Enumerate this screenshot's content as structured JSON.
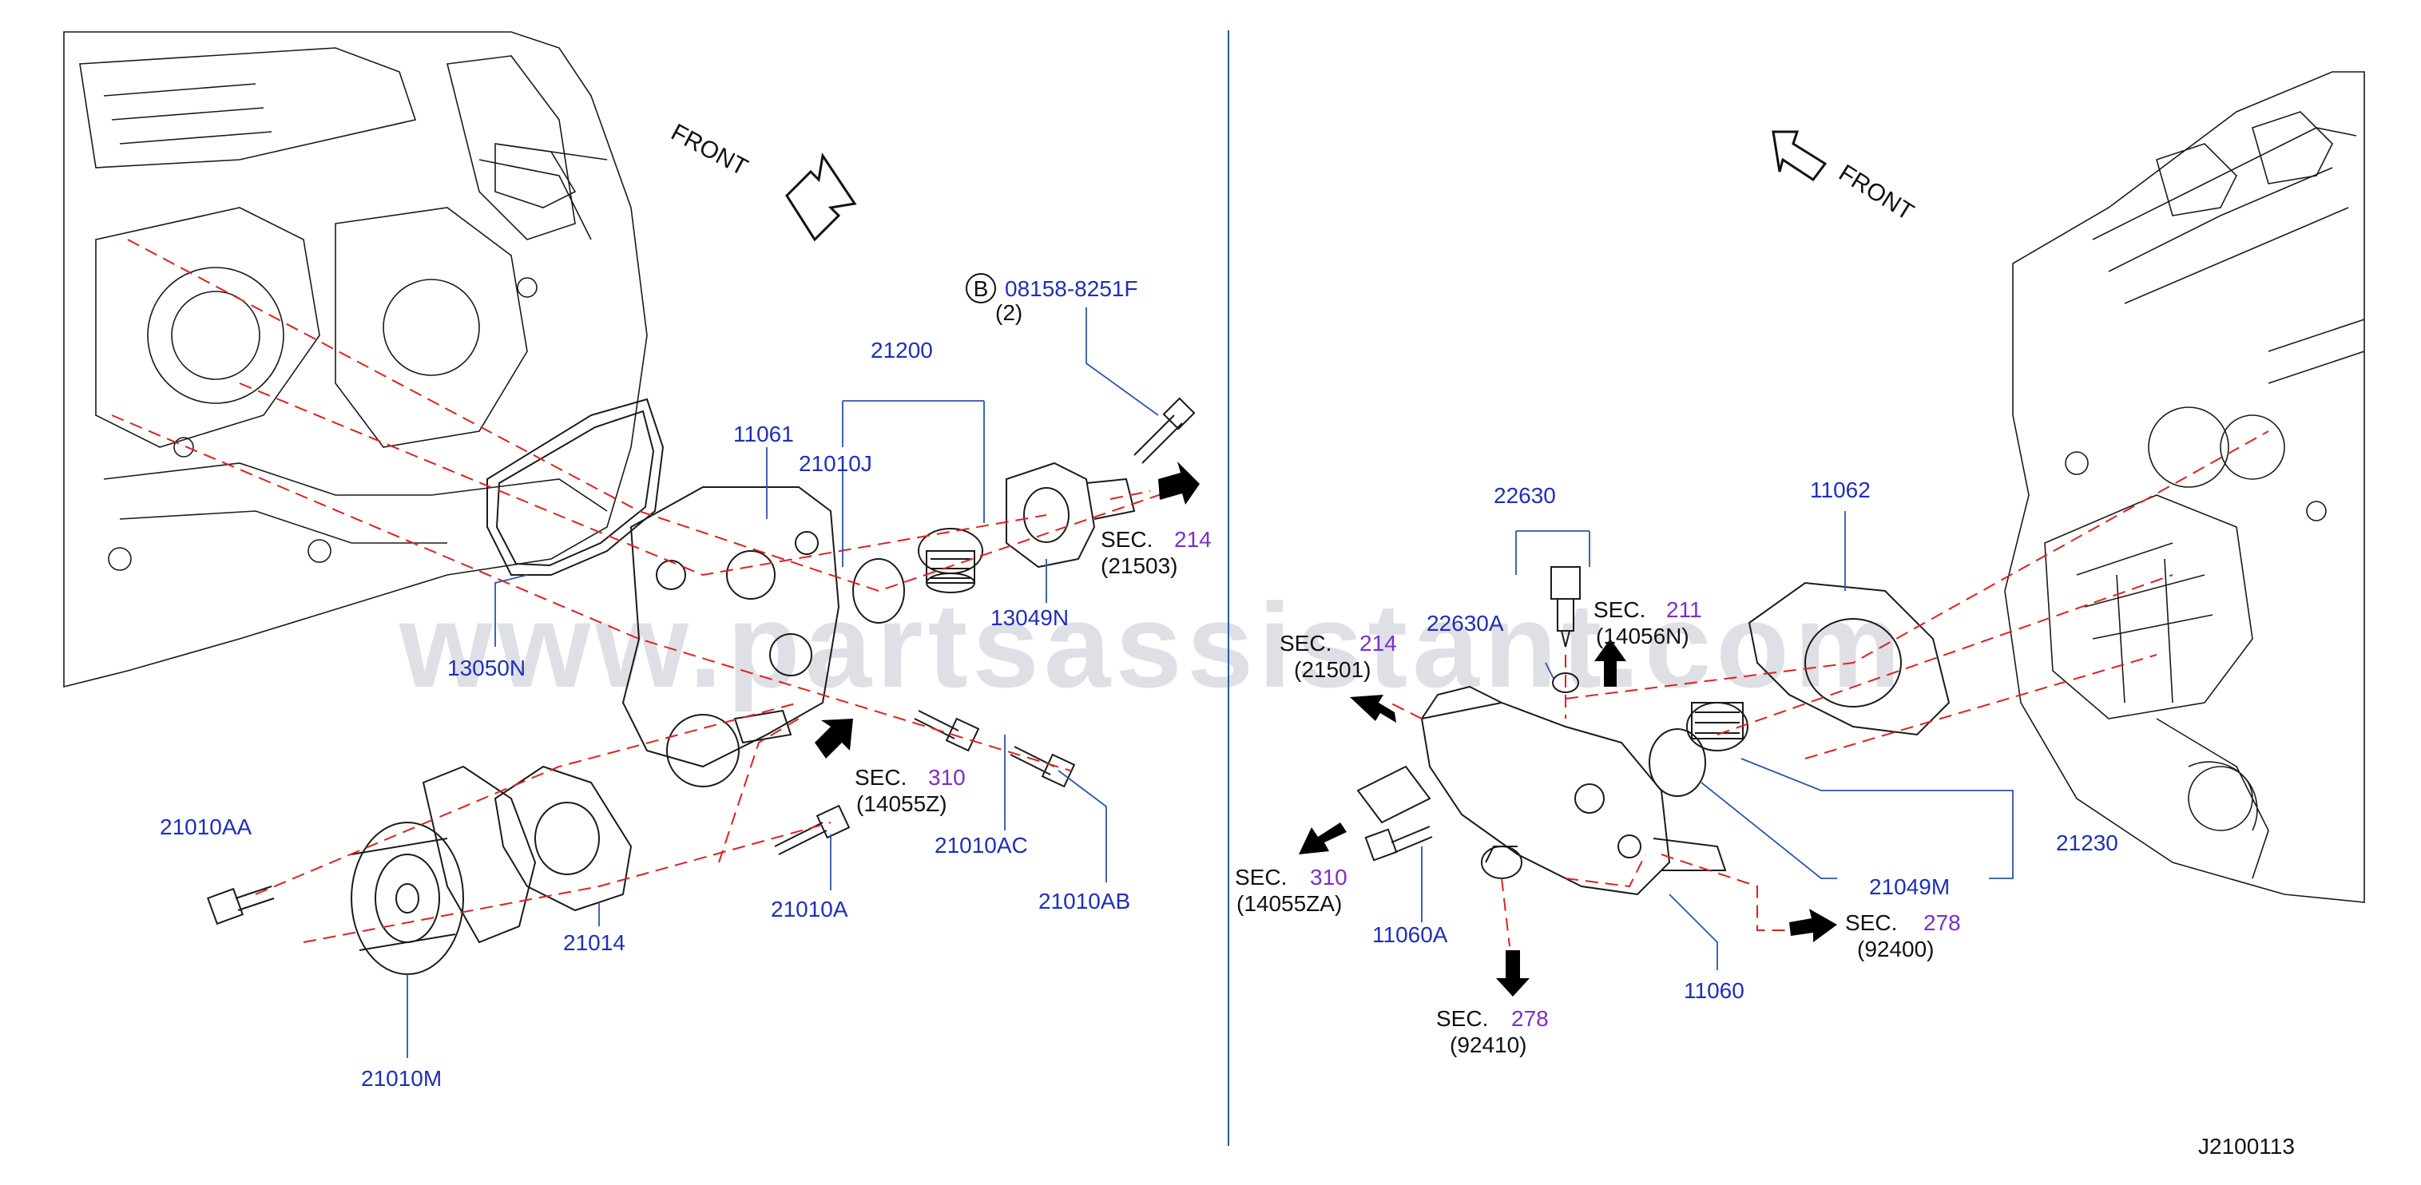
{
  "diagram_code": "J2100113",
  "watermark": "www.partsassistant.com",
  "front_labels": {
    "left": "FRONT",
    "right": "FRONT"
  },
  "callout": {
    "letter": "B",
    "part": "08158-8251F",
    "qty": "(2)"
  },
  "parts": {
    "p21200": "21200",
    "p21010J": "21010J",
    "p11061": "11061",
    "p13049N": "13049N",
    "p13050N": "13050N",
    "p21010AA": "21010AA",
    "p21014": "21014",
    "p21010A": "21010A",
    "p21010AC": "21010AC",
    "p21010AB": "21010AB",
    "p21010M": "21010M",
    "p22630": "22630",
    "p22630A": "22630A",
    "p11062": "11062",
    "p21230": "21230",
    "p21049M": "21049M",
    "p11060A": "11060A",
    "p11060": "11060"
  },
  "sections": {
    "s214_left": {
      "prefix": "SEC.",
      "num": "214",
      "ref": "(21503)"
    },
    "s310_left": {
      "prefix": "SEC.",
      "num": "310",
      "ref": "(14055Z)"
    },
    "s211": {
      "prefix": "SEC.",
      "num": "211",
      "ref": "(14056N)"
    },
    "s214_right": {
      "prefix": "SEC.",
      "num": "214",
      "ref": "(21501)"
    },
    "s310_right": {
      "prefix": "SEC.",
      "num": "310",
      "ref": "(14055ZA)"
    },
    "s278_bottom": {
      "prefix": "SEC.",
      "num": "278",
      "ref": "(92410)"
    },
    "s278_right": {
      "prefix": "SEC.",
      "num": "278",
      "ref": "(92400)"
    }
  },
  "colors": {
    "part_label": "#1f2fb8",
    "section_number": "#7a2fc8",
    "dashed_line": "#e02020",
    "leader": "#2e56a6"
  }
}
